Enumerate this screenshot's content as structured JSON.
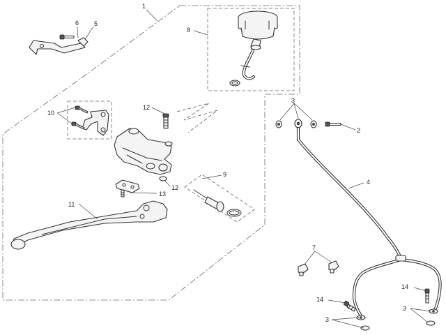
{
  "callouts": {
    "c1": "1",
    "c2": "2",
    "c3a": "3",
    "c3b": "3",
    "c3c": "3",
    "c4": "4",
    "c5": "5",
    "c6": "6",
    "c7": "7",
    "c8": "8",
    "c9": "9",
    "c10": "10",
    "c11": "11",
    "c12a": "12",
    "c12b": "12",
    "c13": "13",
    "c14a": "14",
    "c14b": "14"
  }
}
